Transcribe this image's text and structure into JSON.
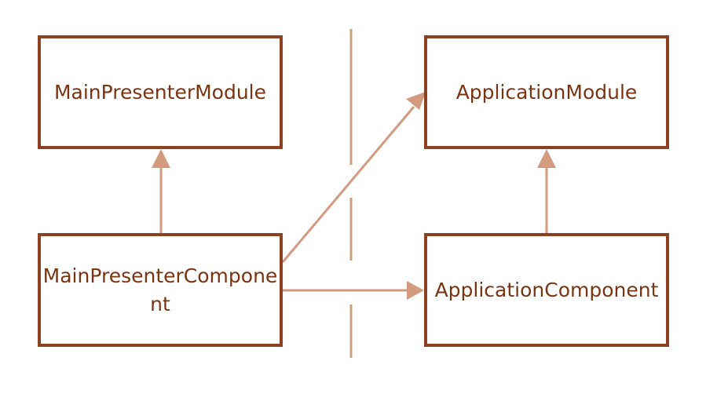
{
  "diagram": {
    "nodes": {
      "main_presenter_module": "MainPresenterModule",
      "main_presenter_component": "MainPresenterComponent",
      "application_module": "ApplicationModule",
      "application_component": "ApplicationComponent"
    },
    "edges": [
      {
        "from": "MainPresenterComponent",
        "to": "MainPresenterModule"
      },
      {
        "from": "MainPresenterComponent",
        "to": "ApplicationModule"
      },
      {
        "from": "MainPresenterComponent",
        "to": "ApplicationComponent"
      },
      {
        "from": "ApplicationComponent",
        "to": "ApplicationModule"
      }
    ],
    "colors": {
      "box_border": "#8c4121",
      "label_text": "#7b3411",
      "arrow": "#d49a7f",
      "divider": "#c9a07a"
    }
  }
}
